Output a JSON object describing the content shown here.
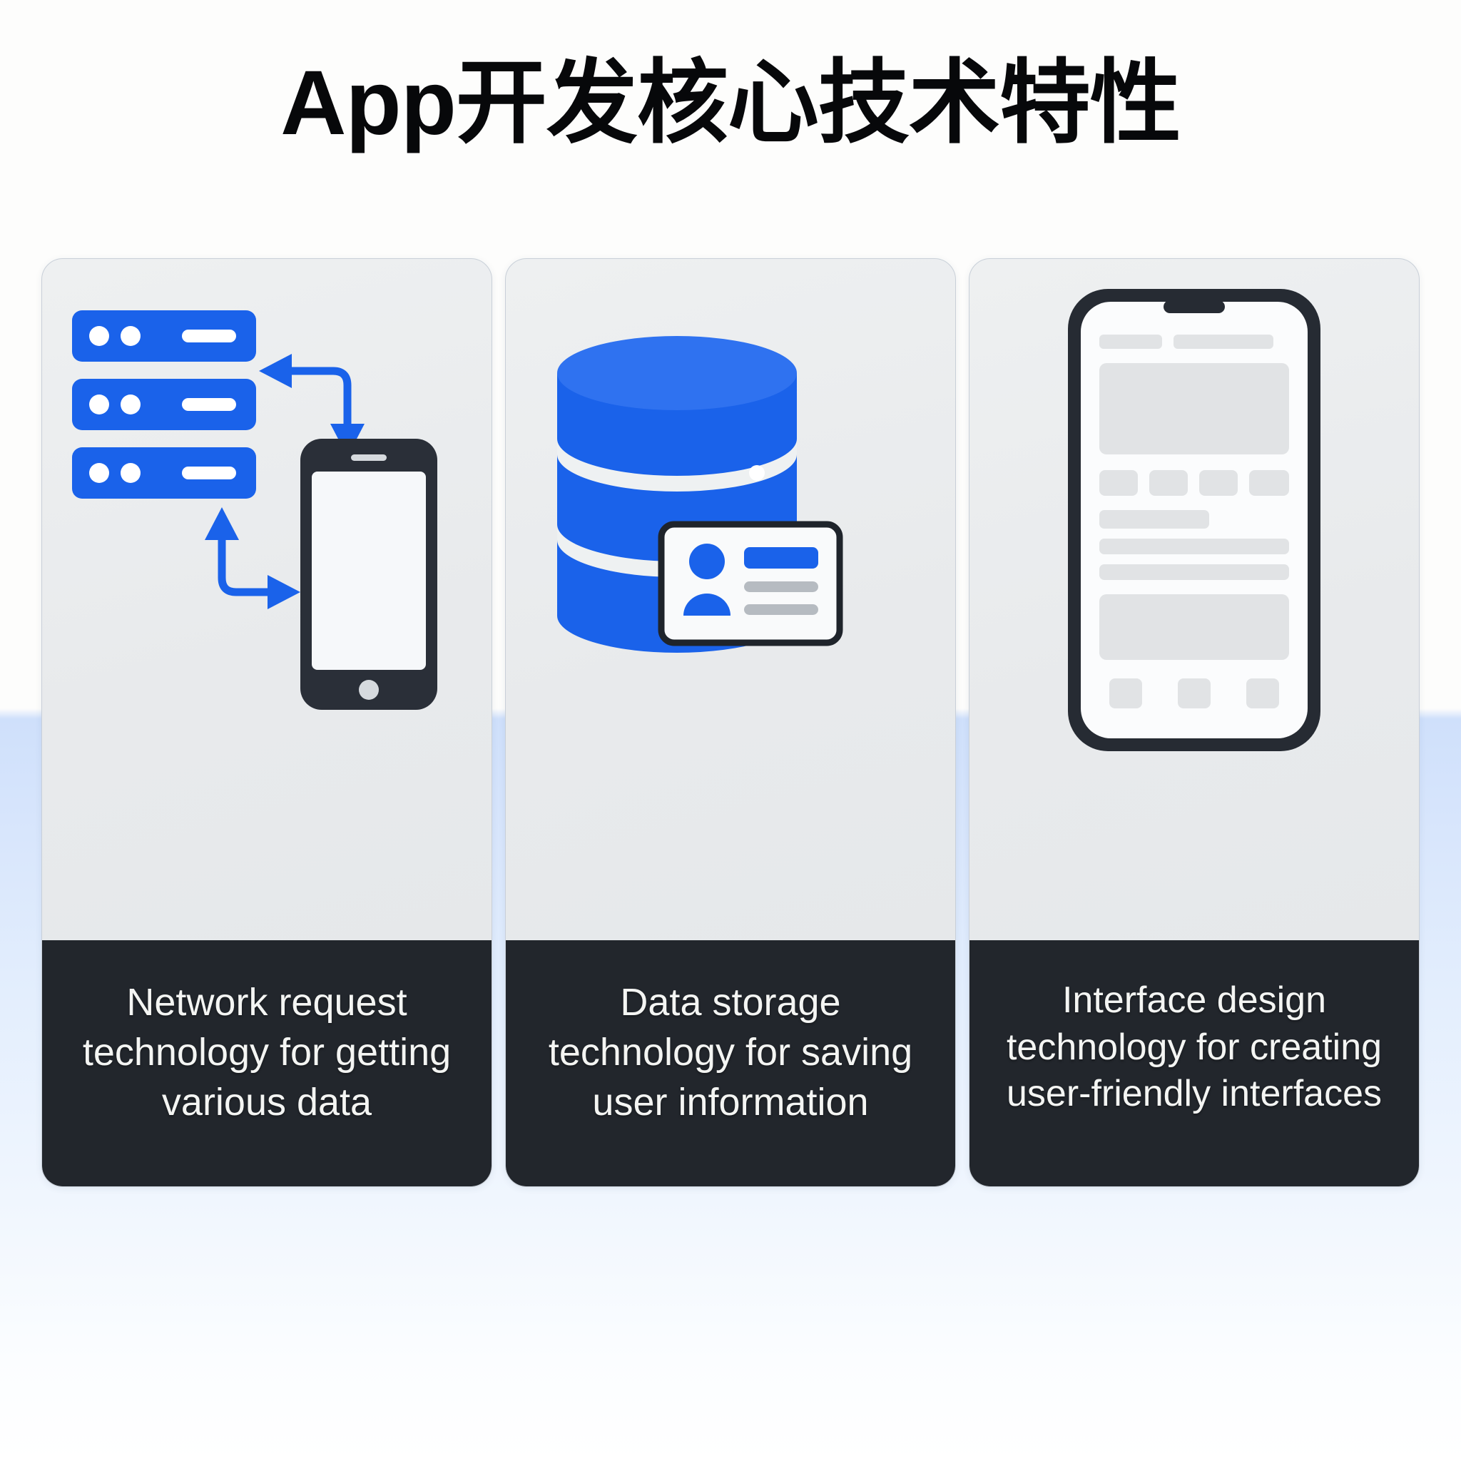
{
  "page": {
    "title": "App开发核心技术特性",
    "background_top": "#fdfdfc",
    "background_bottom": "#cfe0fb"
  },
  "theme": {
    "accent_blue": "#1a62ea",
    "accent_blue_dark": "#1552cf",
    "card_bg": "#e9ecee",
    "caption_bg": "#22262c",
    "caption_text": "#f4f5f3",
    "phone_frame": "#262b33",
    "skeleton_gray": "#e0e2e4"
  },
  "cards": [
    {
      "id": "network-request",
      "icon": "server-phone-exchange-icon",
      "caption": "Network request technology for getting various data",
      "caption_lines": [
        "Network request",
        "technology for",
        "getting various data"
      ],
      "elements": {
        "servers": 3,
        "server_dots_per_unit": 2,
        "arrows": [
          "arrow-left-to-server",
          "arrow-down-to-phone",
          "arrow-up-to-server",
          "arrow-right-to-phone"
        ],
        "device": "smartphone"
      }
    },
    {
      "id": "data-storage",
      "icon": "database-id-card-icon",
      "caption": "Data storage technology for saving user information",
      "caption_lines": [
        "Data storage",
        "technology for saving",
        "user information"
      ],
      "elements": {
        "database_layers": 3,
        "id_card": {
          "avatar": "person-icon",
          "name_bar": "blue",
          "detail_lines": 2
        }
      }
    },
    {
      "id": "interface-design",
      "icon": "smartphone-ui-mockup-icon",
      "caption": "Interface design technology for creating user-friendly interfaces",
      "caption_lines": [
        "Interface design",
        "technology for",
        "creating user-friendly",
        "interfaces"
      ],
      "elements": {
        "device": "smartphone-with-notch",
        "skeleton_blocks": [
          "status-row",
          "hero-block",
          "chip-row",
          "text-lines",
          "list-block",
          "tab-bar"
        ]
      }
    }
  ]
}
